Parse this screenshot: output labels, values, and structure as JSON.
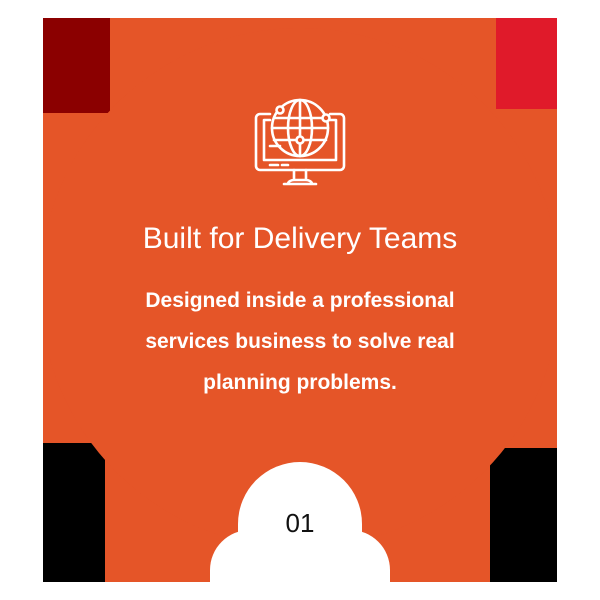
{
  "card": {
    "icon": "globe-monitor-icon",
    "title": "Built for Delivery Teams",
    "description": "Designed inside a professional services business to solve real planning problems.",
    "step_number": "01"
  },
  "colors": {
    "accent": "#e55528",
    "text_on_accent": "#ffffff",
    "tab_background": "#ffffff",
    "tab_text": "#111111"
  }
}
